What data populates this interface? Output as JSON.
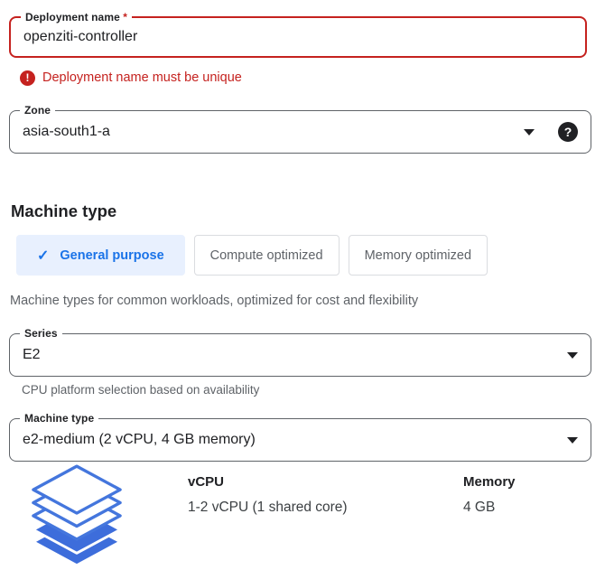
{
  "colors": {
    "error_red": "#c5221f",
    "accent_blue": "#1a73e8",
    "tab_selected_bg": "#e8f0fe",
    "text_primary": "#202124",
    "text_secondary": "#5f6368",
    "field_border": "#5f6368",
    "tab_border": "#dadce0",
    "icon_stroke_blue": "#4476dd",
    "icon_fill_blue": "#3d6ddb"
  },
  "deployment_field": {
    "label": "Deployment name",
    "required_marker": "*",
    "value": "openziti-controller",
    "error_icon": "!",
    "error_message": "Deployment name must be unique"
  },
  "zone_field": {
    "label": "Zone",
    "value": "asia-south1-a",
    "help_icon": "?"
  },
  "machine_section": {
    "heading": "Machine type",
    "tabs": [
      {
        "label": "General purpose",
        "check": "✓",
        "selected": true
      },
      {
        "label": "Compute optimized",
        "selected": false
      },
      {
        "label": "Memory optimized",
        "selected": false
      }
    ],
    "description": "Machine types for common workloads, optimized for cost and flexibility",
    "series_field": {
      "label": "Series",
      "value": "E2",
      "helper": "CPU platform selection based on availability"
    },
    "machine_type_field": {
      "label": "Machine type",
      "value": "e2-medium (2 vCPU, 4 GB memory)"
    },
    "specs": {
      "icon": "machine-layers-icon",
      "columns": [
        {
          "header": "vCPU",
          "value": "1-2 vCPU (1 shared core)"
        },
        {
          "header": "Memory",
          "value": "4 GB"
        }
      ]
    }
  }
}
